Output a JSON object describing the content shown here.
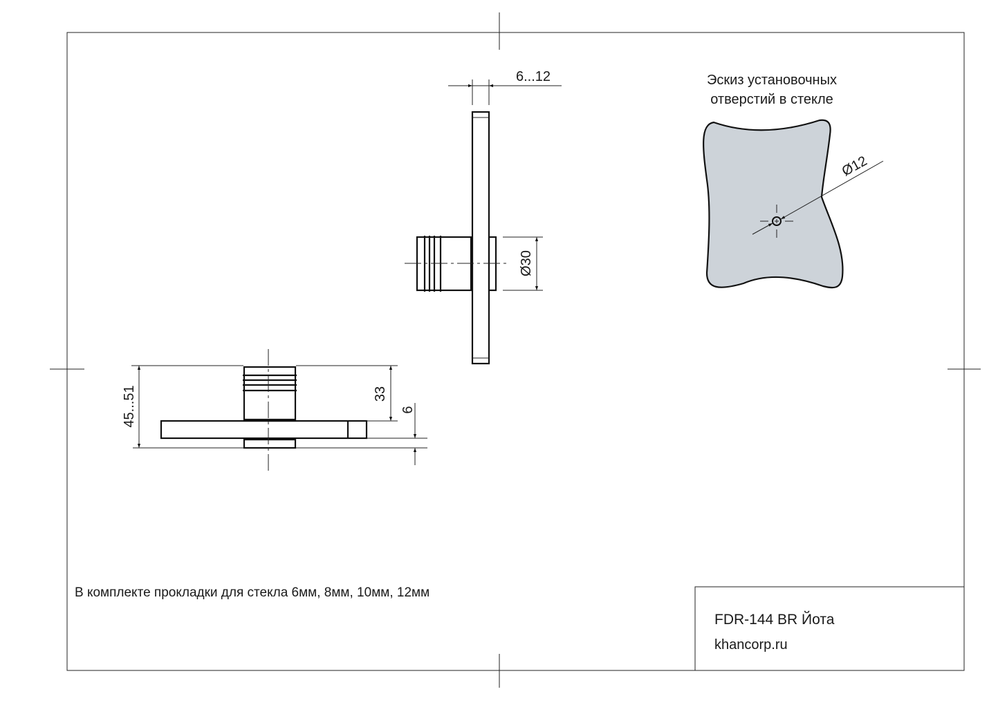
{
  "sketch": {
    "title_line1": "Эскиз установочных",
    "title_line2": "отверстий в стекле",
    "hole_dim": "Ø12",
    "glass_color": "#cdd3d9"
  },
  "side_view": {
    "glass_thickness_dim": "6...12",
    "knob_diameter_dim": "Ø30"
  },
  "front_view": {
    "total_height_dim": "45...51",
    "knob_height_dim": "33",
    "washer_dim": "6"
  },
  "note": "В комплекте прокладки для стекла 6мм, 8мм, 10мм, 12мм",
  "title_block": {
    "product": "FDR-144 BR Йота",
    "website": "khancorp.ru"
  }
}
